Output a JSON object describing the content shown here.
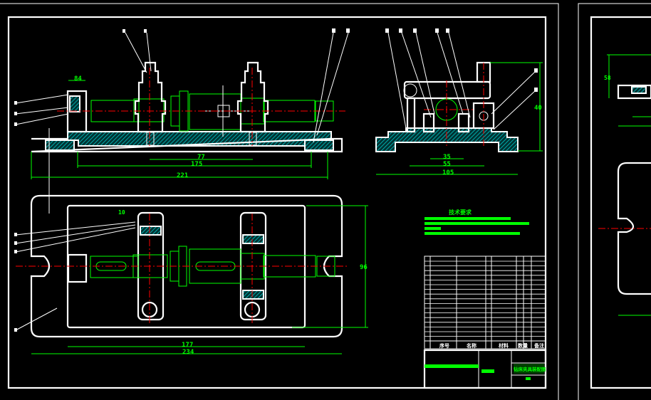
{
  "drawing": {
    "title": "Fixture assembly drawing",
    "dimensions": {
      "front_width_small": "84",
      "front_center_distance": "77",
      "front_inner": "175",
      "front_overall": "221",
      "side_inner": "35",
      "side_mid": "55",
      "side_overall": "105",
      "side_height": "40",
      "plan_inner": "177",
      "plan_overall": "234",
      "plan_height": "96",
      "plan_slot": "10",
      "right_sheet_height": "58"
    },
    "tech_requirements_title": "技术要求",
    "bom_headers": [
      "序号",
      "名称",
      "材料",
      "数量",
      "备注"
    ],
    "title_block_name": "钻床夹具装配图"
  },
  "colors": {
    "background": "#000000",
    "outline": "#ffffff",
    "dimension": "#00ff00",
    "centerline": "#ff0000",
    "hatch": "#00cccc"
  }
}
